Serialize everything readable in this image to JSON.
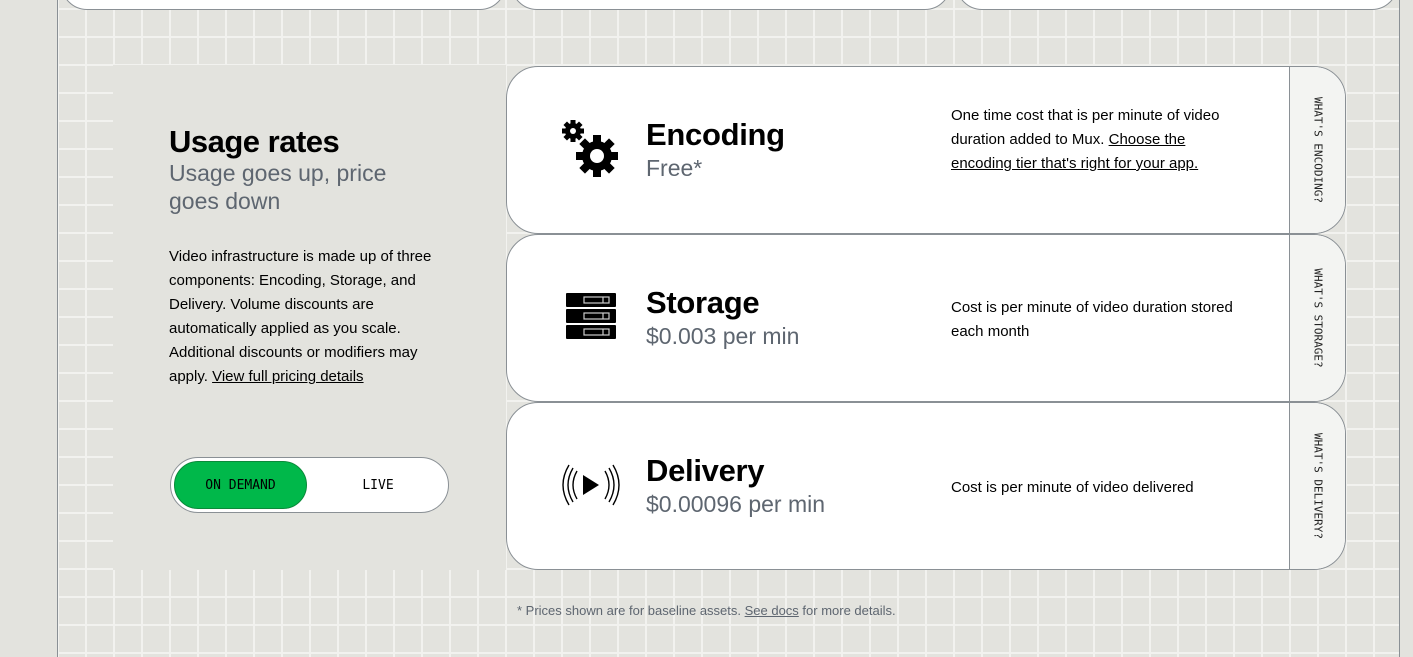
{
  "intro": {
    "title": "Usage rates",
    "subtitle": "Usage goes up, price goes down",
    "description": "Video infrastructure is made up of three components: Encoding, Storage, and Delivery. Volume discounts are automatically applied as you scale. Additional discounts or modifiers may apply. ",
    "link": "View full pricing details"
  },
  "toggle": {
    "on_demand": "ON DEMAND",
    "live": "LIVE",
    "selected": "ON DEMAND"
  },
  "cards": [
    {
      "title": "Encoding",
      "price": "Free*",
      "info": "One time cost that is per minute of video duration added to Mux. ",
      "info_link": "Choose the encoding tier that's right for your app.",
      "tab": "WHAT'S ENCODING?",
      "icon": "gears-icon"
    },
    {
      "title": "Storage",
      "price": "$0.003 per min",
      "info": "Cost is per minute of video duration stored each month",
      "info_link": "",
      "tab": "WHAT'S STORAGE?",
      "icon": "server-icon"
    },
    {
      "title": "Delivery",
      "price": "$0.00096 per min",
      "info": "Cost is per minute of video delivered",
      "info_link": "",
      "tab": "WHAT'S DELIVERY?",
      "icon": "broadcast-play-icon"
    }
  ],
  "footnote": {
    "before": "* Prices shown are for baseline assets. ",
    "link": "See docs",
    "after": " for more details."
  },
  "colors": {
    "accent": "#00b84a",
    "muted": "#5e6670",
    "background": "#e3e3de"
  }
}
